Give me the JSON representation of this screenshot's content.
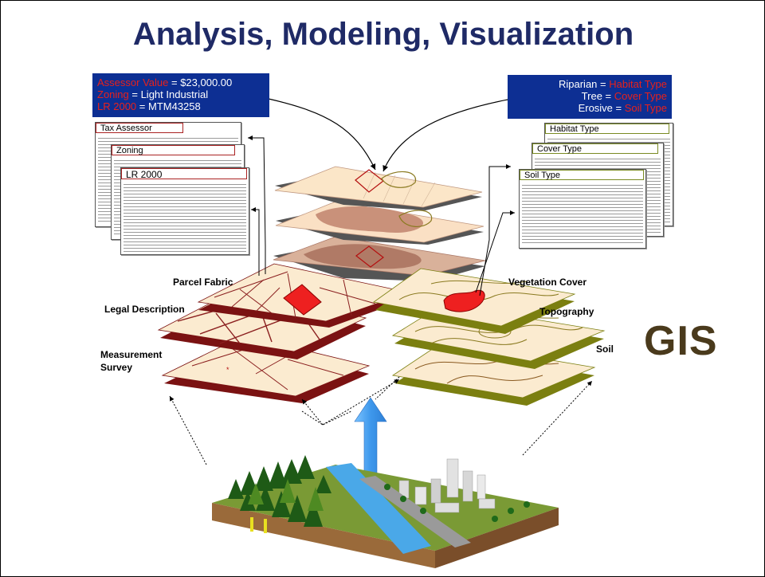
{
  "slide": {
    "title": "Analysis, Modeling, Visualization",
    "gis_label": "GIS"
  },
  "callout_left": {
    "lines": [
      {
        "key": "Assessor Value",
        "sep": " = ",
        "value": "$23,000.00"
      },
      {
        "key": "Zoning",
        "sep": " = ",
        "value": "Light Industrial"
      },
      {
        "key": "LR 2000",
        "sep": " = ",
        "value": "MTM43258"
      }
    ]
  },
  "callout_right": {
    "lines": [
      {
        "value": "Riparian",
        "sep": " = ",
        "key": "Habitat Type"
      },
      {
        "value": "Tree",
        "sep": " = ",
        "key": "Cover Type"
      },
      {
        "value": "Erosive",
        "sep": " = ",
        "key": "Soil Type"
      }
    ]
  },
  "tables_left": [
    "Tax Assessor",
    "Zoning",
    "LR 2000"
  ],
  "tables_right": [
    "Habitat Type",
    "Cover Type",
    "Soil Type"
  ],
  "layers_left": [
    "Parcel Fabric",
    "Legal Description",
    "Measurement\nSurvey"
  ],
  "layers_right": [
    "Vegetation Cover",
    "Topography",
    "Soil"
  ],
  "colors": {
    "title": "#1f2a66",
    "callout_bg": "#0d2f93",
    "callout_key": "#e8211b",
    "layer_fill": "#fbebd0",
    "layer_left_base": "#7b1212",
    "layer_right_base": "#7b7f10",
    "arrow": "#4aa3ef",
    "gis": "#4a3a1c"
  }
}
